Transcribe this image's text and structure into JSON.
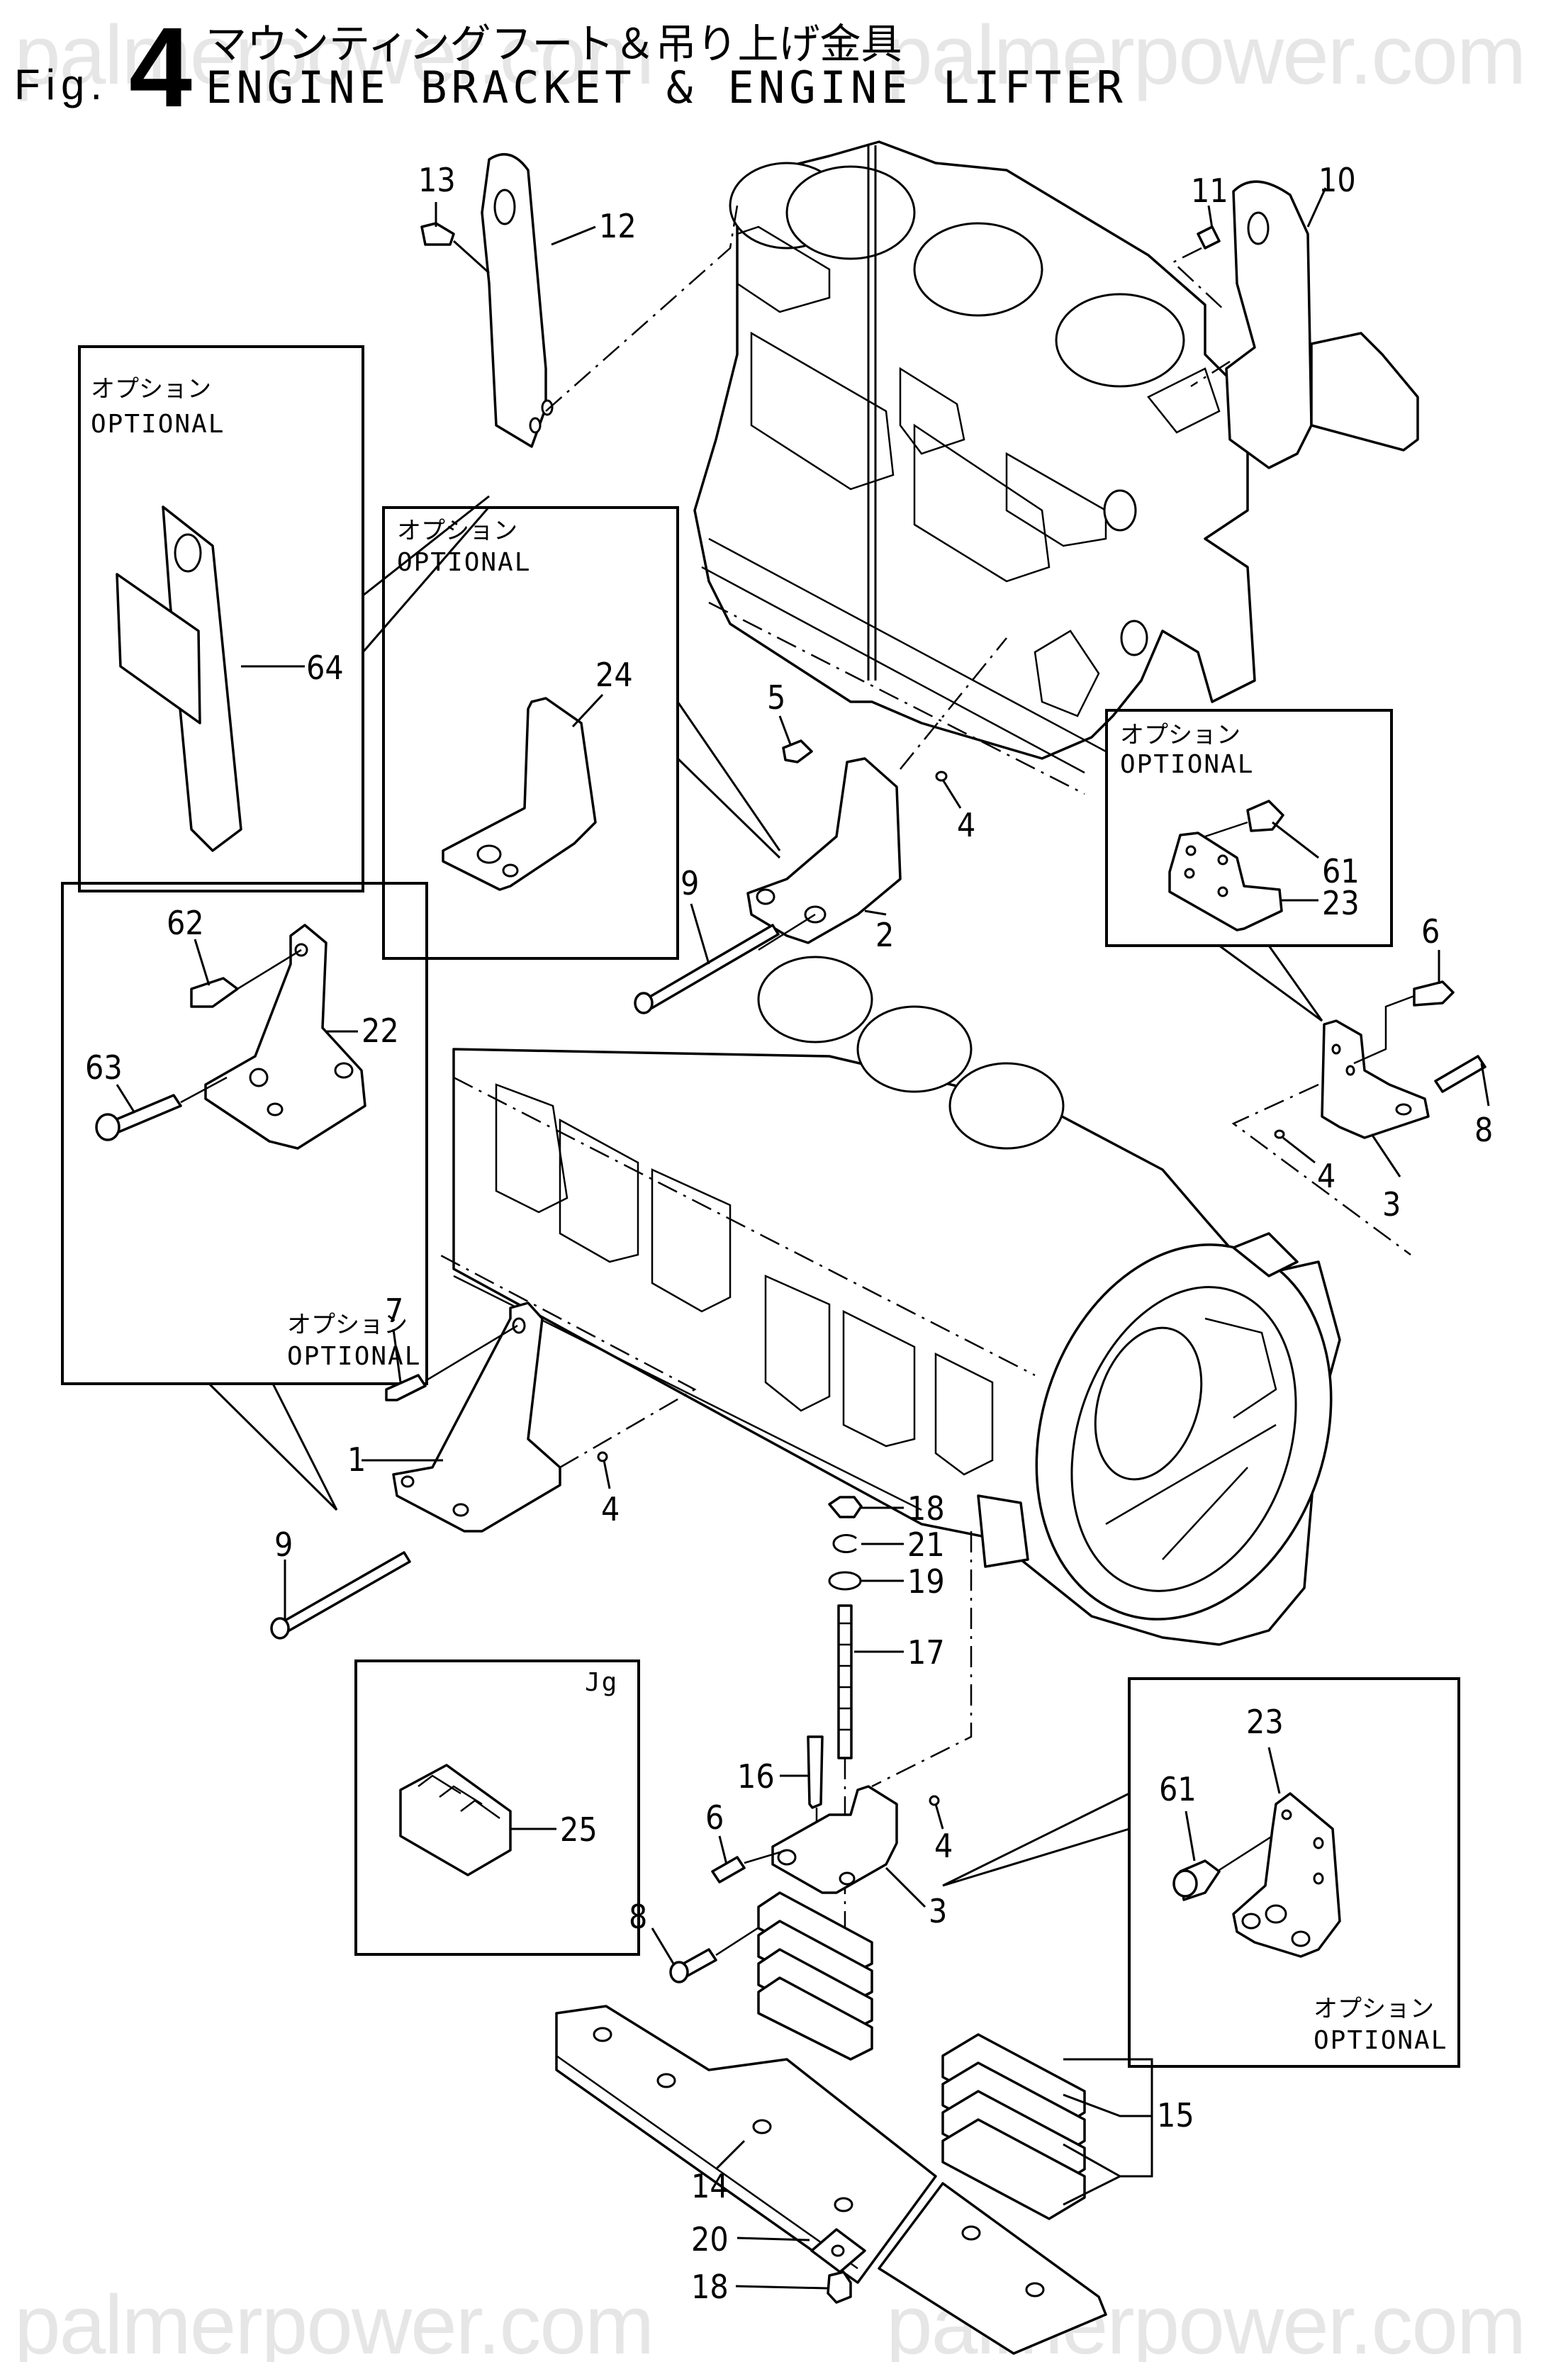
{
  "header": {
    "fig_prefix": "Fig.",
    "fig_number": "4",
    "title_jp": "マウンティングフート＆吊り上げ金具",
    "title_en": "ENGINE BRACKET & ENGINE LIFTER"
  },
  "watermark": {
    "text": "palmerpower.com"
  },
  "option_boxes": [
    {
      "id": "opt-64",
      "label_jp": "オプション",
      "label_en": "OPTIONAL",
      "parts": [
        "64"
      ]
    },
    {
      "id": "opt-24",
      "label_jp": "オプション",
      "label_en": "OPTIONAL",
      "parts": [
        "24"
      ]
    },
    {
      "id": "opt-61-23-top",
      "label_jp": "オプション",
      "label_en": "OPTIONAL",
      "parts": [
        "61",
        "23"
      ]
    },
    {
      "id": "opt-62-22-63",
      "label_jp": "オプション",
      "label_en": "OPTIONAL",
      "parts": [
        "62",
        "22",
        "63"
      ]
    },
    {
      "id": "opt-23-61-bottom",
      "label_jp": "オプション",
      "label_en": "OPTIONAL",
      "parts": [
        "23",
        "61"
      ]
    }
  ],
  "jg_box": {
    "label": "Jg",
    "parts": [
      "25"
    ]
  },
  "callouts": [
    {
      "num": "13",
      "part": "bolt"
    },
    {
      "num": "12",
      "part": "engine lifter (front)"
    },
    {
      "num": "11",
      "part": "bolt"
    },
    {
      "num": "10",
      "part": "engine lifter (rear)"
    },
    {
      "num": "64",
      "part": "optional lifter"
    },
    {
      "num": "24",
      "part": "optional bracket"
    },
    {
      "num": "5",
      "part": "bolt"
    },
    {
      "num": "4",
      "part": "pin"
    },
    {
      "num": "2",
      "part": "engine bracket"
    },
    {
      "num": "9",
      "part": "bolt"
    },
    {
      "num": "61",
      "part": "bolt"
    },
    {
      "num": "23",
      "part": "optional bracket"
    },
    {
      "num": "6",
      "part": "bolt"
    },
    {
      "num": "8",
      "part": "bolt"
    },
    {
      "num": "4",
      "part": "pin"
    },
    {
      "num": "3",
      "part": "engine bracket"
    },
    {
      "num": "62",
      "part": "bolt"
    },
    {
      "num": "22",
      "part": "optional bracket"
    },
    {
      "num": "63",
      "part": "bolt"
    },
    {
      "num": "7",
      "part": "bolt"
    },
    {
      "num": "1",
      "part": "engine bracket"
    },
    {
      "num": "4",
      "part": "pin"
    },
    {
      "num": "9",
      "part": "bolt"
    },
    {
      "num": "18",
      "part": "nut"
    },
    {
      "num": "21",
      "part": "snap ring"
    },
    {
      "num": "19",
      "part": "washer"
    },
    {
      "num": "17",
      "part": "stud"
    },
    {
      "num": "16",
      "part": "bolt"
    },
    {
      "num": "25",
      "part": "Jg block"
    },
    {
      "num": "6",
      "part": "bolt"
    },
    {
      "num": "4",
      "part": "pin"
    },
    {
      "num": "3",
      "part": "engine bracket"
    },
    {
      "num": "8",
      "part": "bolt"
    },
    {
      "num": "23",
      "part": "optional bracket"
    },
    {
      "num": "61",
      "part": "bolt"
    },
    {
      "num": "15",
      "part": "shim"
    },
    {
      "num": "14",
      "part": "plate"
    },
    {
      "num": "20",
      "part": "square washer"
    },
    {
      "num": "18",
      "part": "nut"
    }
  ]
}
